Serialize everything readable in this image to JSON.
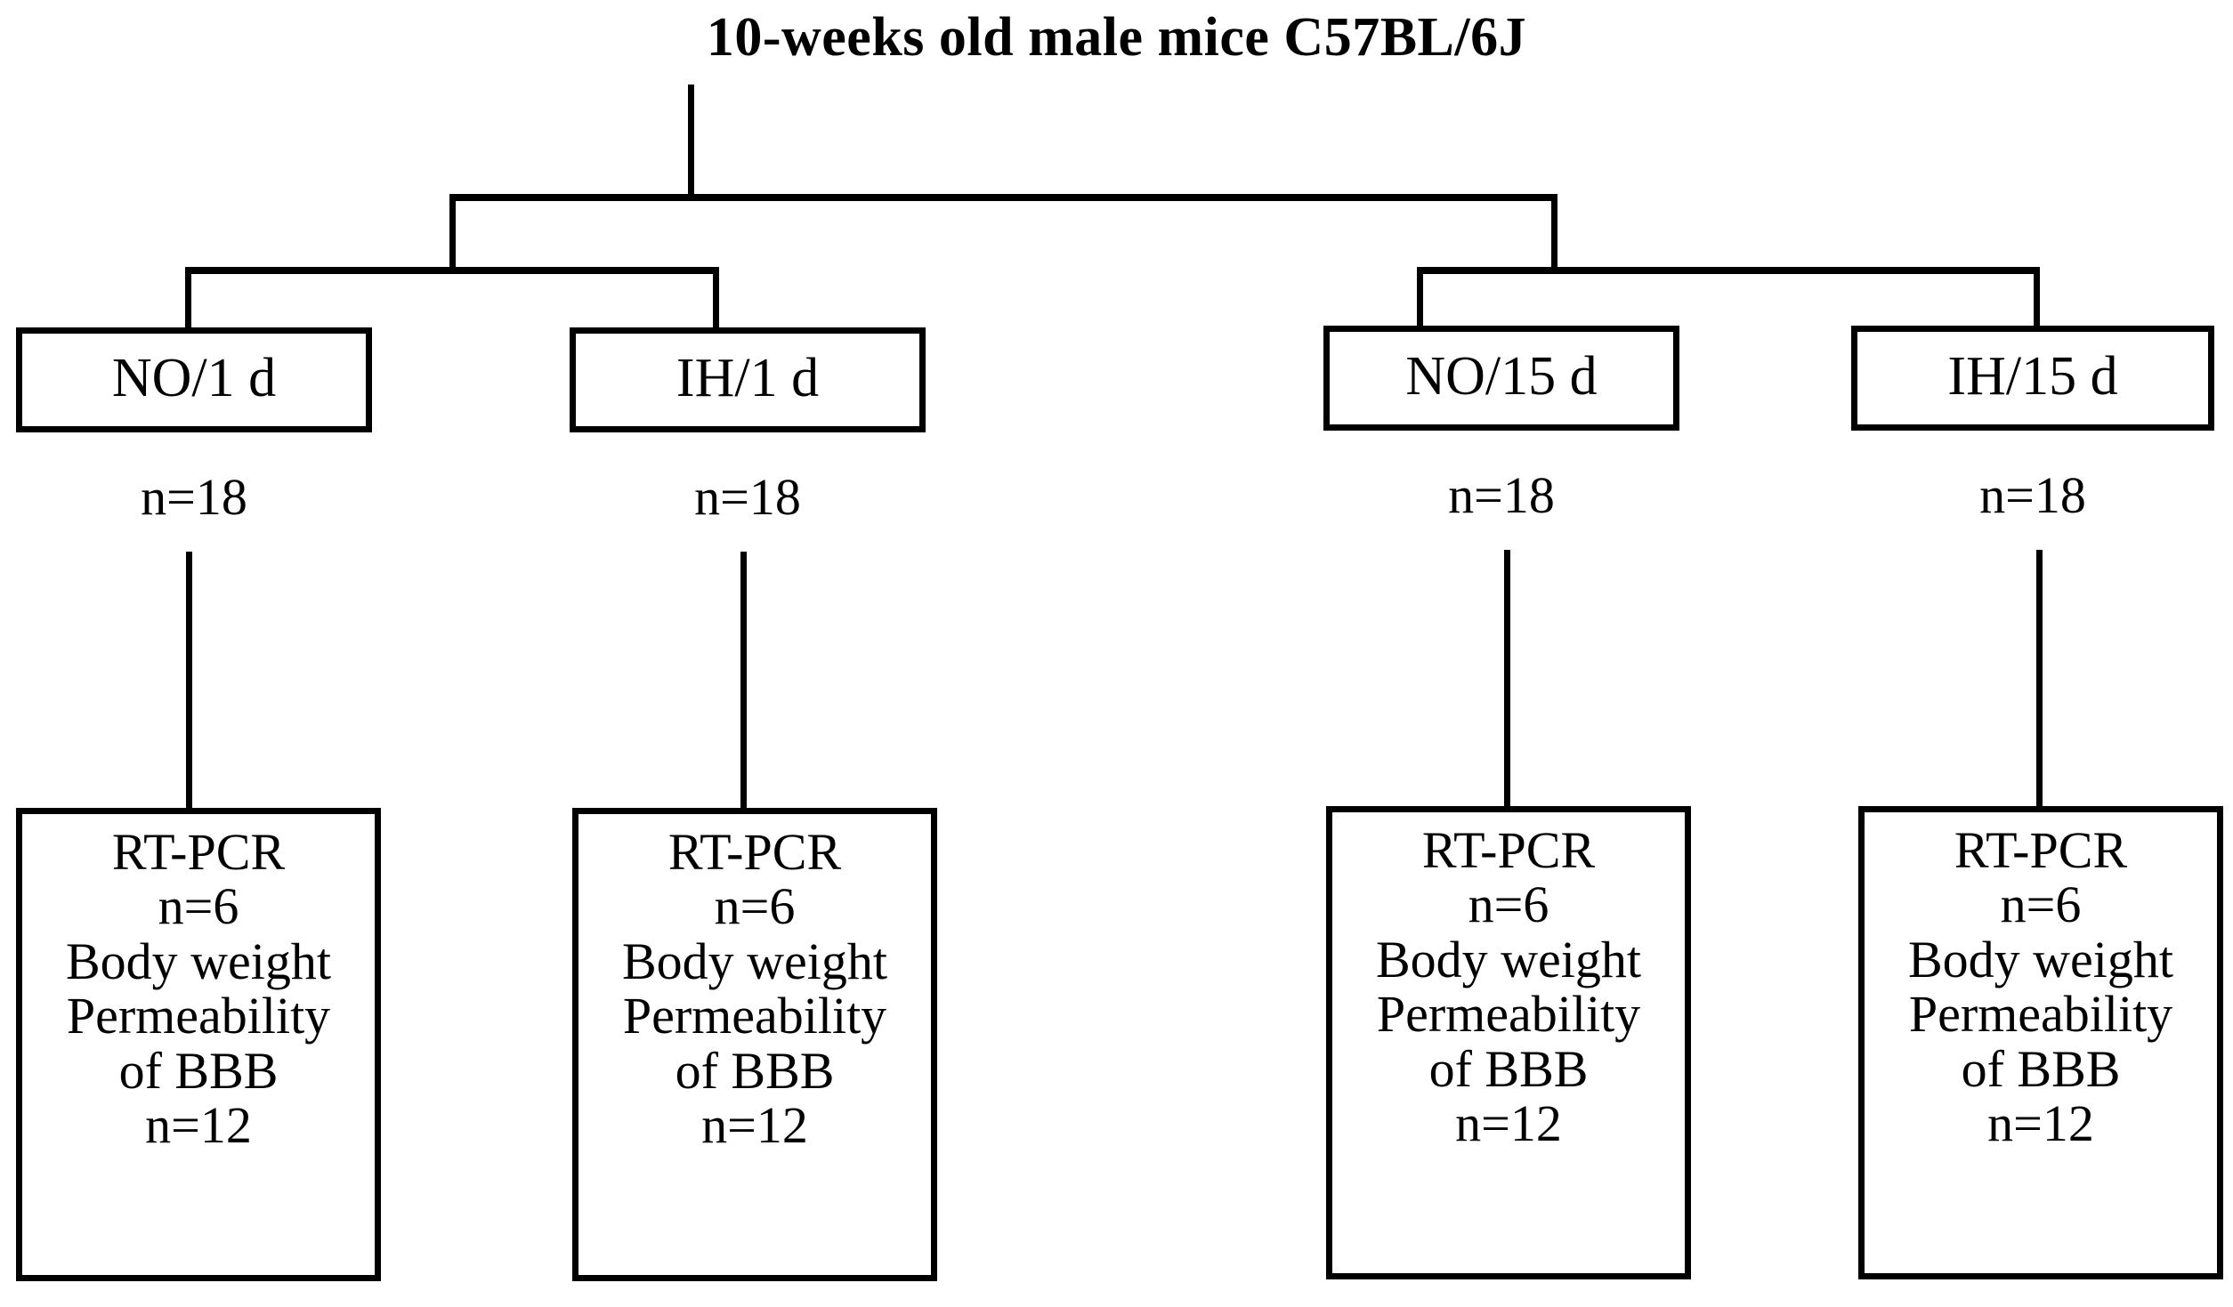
{
  "chart_data": {
    "type": "diagram",
    "title": "10-weeks old male mice C57BL/6J",
    "diagram_kind": "experimental-design-flow-chart",
    "root": "10-weeks old male mice C57BL/6J",
    "groups": [
      {
        "label": "NO/1 d",
        "n": "n=18",
        "assays": [
          "RT-PCR",
          "n=6",
          "Body weight",
          "Permeability",
          "of BBB",
          "n=12"
        ]
      },
      {
        "label": "IH/1 d",
        "n": "n=18",
        "assays": [
          "RT-PCR",
          "n=6",
          "Body weight",
          "Permeability",
          "of BBB",
          "n=12"
        ]
      },
      {
        "label": "NO/15 d",
        "n": "n=18",
        "assays": [
          "RT-PCR",
          "n=6",
          "Body weight",
          "Permeability",
          "of BBB",
          "n=12"
        ]
      },
      {
        "label": "IH/15 d",
        "n": "n=18",
        "assays": [
          "RT-PCR",
          "n=6",
          "Body weight",
          "Permeability",
          "of BBB",
          "n=12"
        ]
      }
    ]
  },
  "header": {
    "title": "10-weeks old male mice C57BL/6J"
  },
  "groups": [
    {
      "label": "NO/1 d",
      "n_label": "n=18",
      "outcome": {
        "l1": "RT-PCR",
        "l2": "n=6",
        "l3": "Body weight",
        "l4": "Permeability",
        "l5": "of BBB",
        "l6": "n=12"
      }
    },
    {
      "label": "IH/1 d",
      "n_label": "n=18",
      "outcome": {
        "l1": "RT-PCR",
        "l2": "n=6",
        "l3": "Body weight",
        "l4": "Permeability",
        "l5": "of BBB",
        "l6": "n=12"
      }
    },
    {
      "label": "NO/15 d",
      "n_label": "n=18",
      "outcome": {
        "l1": "RT-PCR",
        "l2": "n=6",
        "l3": "Body weight",
        "l4": "Permeability",
        "l5": "of BBB",
        "l6": "n=12"
      }
    },
    {
      "label": "IH/15 d",
      "n_label": "n=18",
      "outcome": {
        "l1": "RT-PCR",
        "l2": "n=6",
        "l3": "Body weight",
        "l4": "Permeability",
        "l5": "of BBB",
        "l6": "n=12"
      }
    }
  ],
  "colors": {
    "ink": "#000000",
    "background": "#ffffff"
  }
}
